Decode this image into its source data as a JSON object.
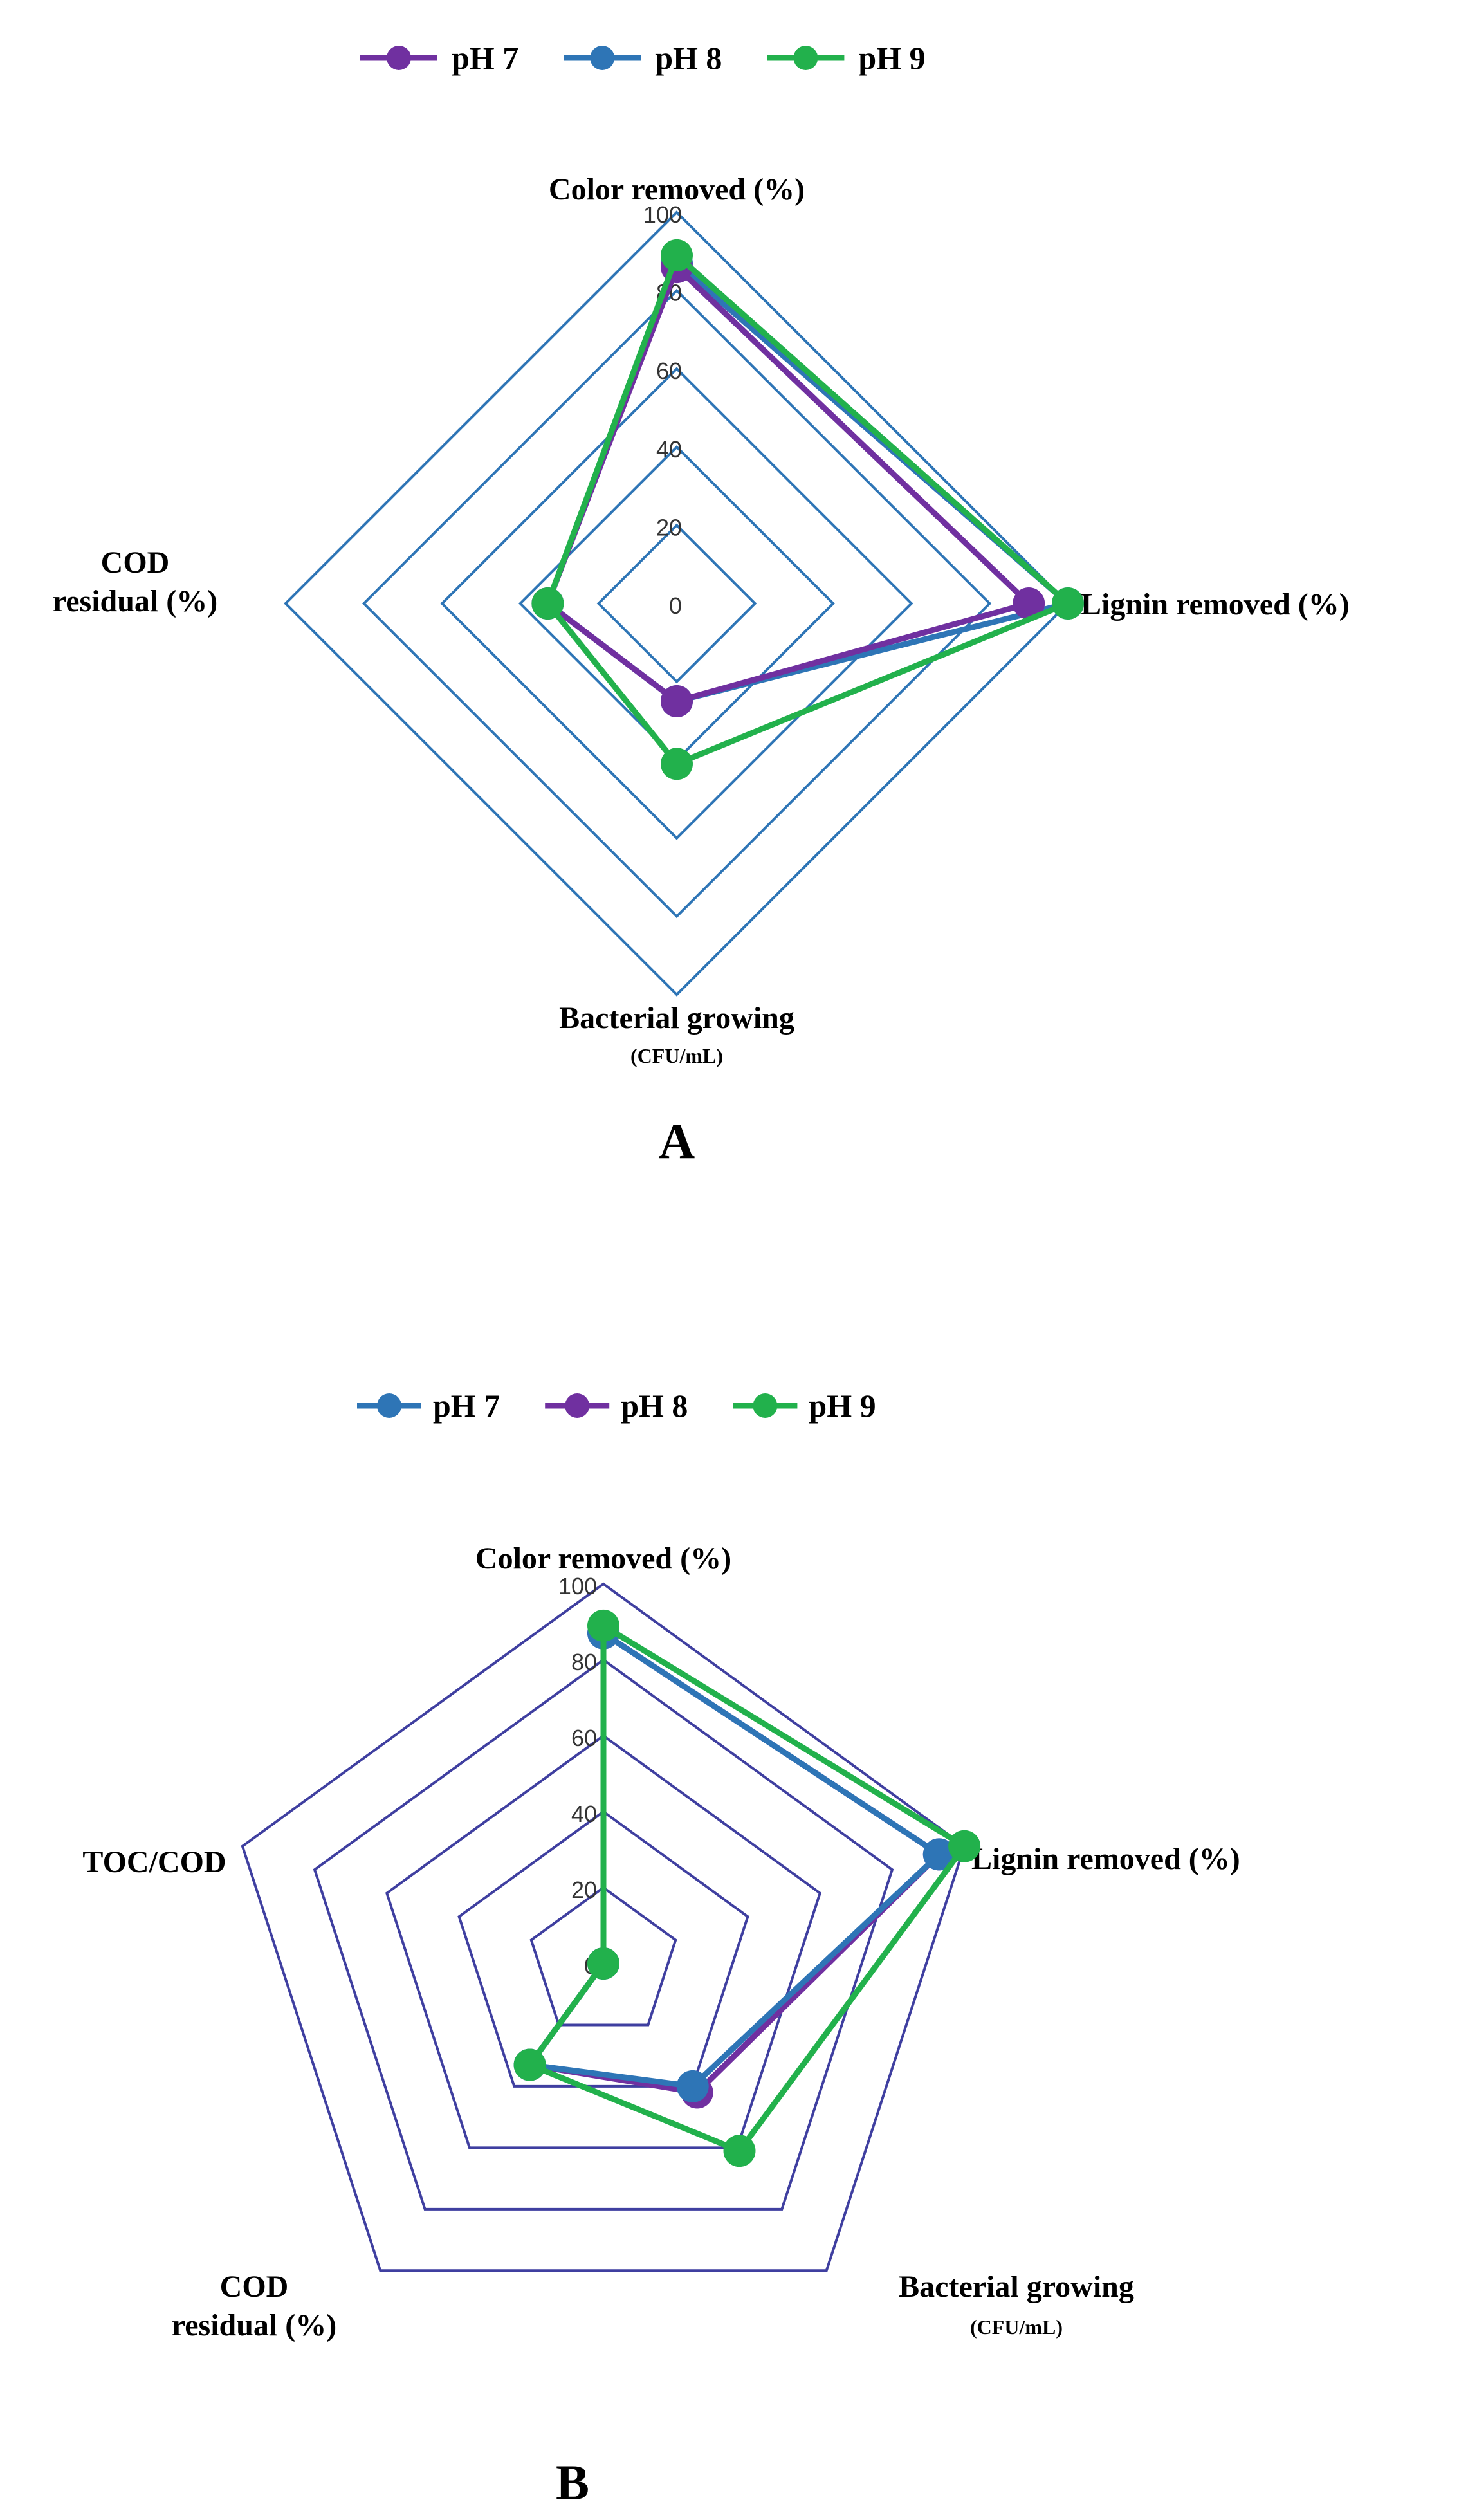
{
  "chart_data": [
    {
      "type": "radar",
      "panel_label": "A",
      "grid_color": "#2E75B6",
      "axes": [
        {
          "label_lines": [
            "Color removed (%)"
          ],
          "small_line": ""
        },
        {
          "label_lines": [
            "Lignin removed (%)"
          ],
          "small_line": ""
        },
        {
          "label_lines": [
            "Bacterial growing"
          ],
          "small_line": "(CFU/mL)"
        },
        {
          "label_lines": [
            "COD",
            "residual (%)"
          ],
          "small_line": ""
        }
      ],
      "ticks": [
        "0",
        "20",
        "40",
        "60",
        "80",
        "100"
      ],
      "rlim": [
        0,
        100
      ],
      "series": [
        {
          "name": "pH 7",
          "color": "#7030A0",
          "values": [
            86,
            90,
            25,
            33
          ]
        },
        {
          "name": "pH 8",
          "color": "#2E75B6",
          "values": [
            87,
            100,
            25,
            33
          ]
        },
        {
          "name": "pH 9",
          "color": "#22B14C",
          "values": [
            89,
            100,
            41,
            33
          ]
        }
      ],
      "draw_order": [
        1,
        0,
        2
      ]
    },
    {
      "type": "radar",
      "panel_label": "B",
      "grid_color": "#3F3FA0",
      "axes": [
        {
          "label_lines": [
            "Color removed (%)"
          ],
          "small_line": ""
        },
        {
          "label_lines": [
            "Lignin removed (%)"
          ],
          "small_line": ""
        },
        {
          "label_lines": [
            "Bacterial growing"
          ],
          "small_line": "(CFU/mL)"
        },
        {
          "label_lines": [
            "COD",
            "residual (%)"
          ],
          "small_line": ""
        },
        {
          "label_lines": [
            "TOC/COD"
          ],
          "small_line": ""
        }
      ],
      "ticks": [
        "0",
        "20",
        "40",
        "60",
        "80",
        "100"
      ],
      "rlim": [
        0,
        100
      ],
      "series": [
        {
          "name": "pH 7",
          "color": "#2E75B6",
          "values": [
            87,
            93,
            40,
            33,
            0
          ]
        },
        {
          "name": "pH 8",
          "color": "#7030A0",
          "values": [
            87,
            93,
            42,
            33,
            0
          ]
        },
        {
          "name": "pH 9",
          "color": "#22B14C",
          "values": [
            89,
            100,
            61,
            33,
            0
          ]
        }
      ],
      "draw_order": [
        1,
        0,
        2
      ]
    }
  ]
}
